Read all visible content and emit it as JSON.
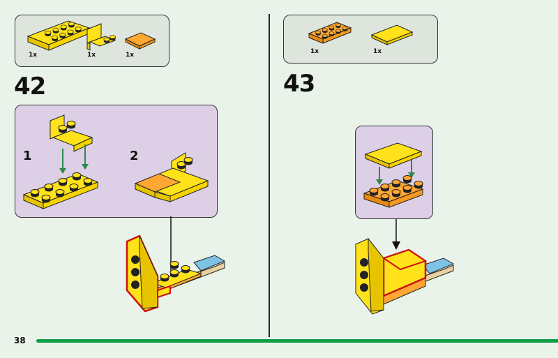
{
  "page_number": "38",
  "colors": {
    "background": "#eaf3ea",
    "yellow": "#ffe21a",
    "orange": "#ffa733",
    "callout": "#dccfe6",
    "progress": "#0a9e45",
    "highlight": "#cc1111"
  },
  "steps": [
    {
      "number": "42",
      "parts": [
        {
          "name": "yellow-plate-2x4",
          "qty": "1x"
        },
        {
          "name": "yellow-bracket",
          "qty": "1x"
        },
        {
          "name": "orange-tile-2x2",
          "qty": "1x"
        }
      ],
      "substeps": [
        "1",
        "2"
      ]
    },
    {
      "number": "43",
      "parts": [
        {
          "name": "orange-plate-2x4",
          "qty": "1x"
        },
        {
          "name": "yellow-tile-2x4",
          "qty": "1x"
        }
      ]
    }
  ]
}
